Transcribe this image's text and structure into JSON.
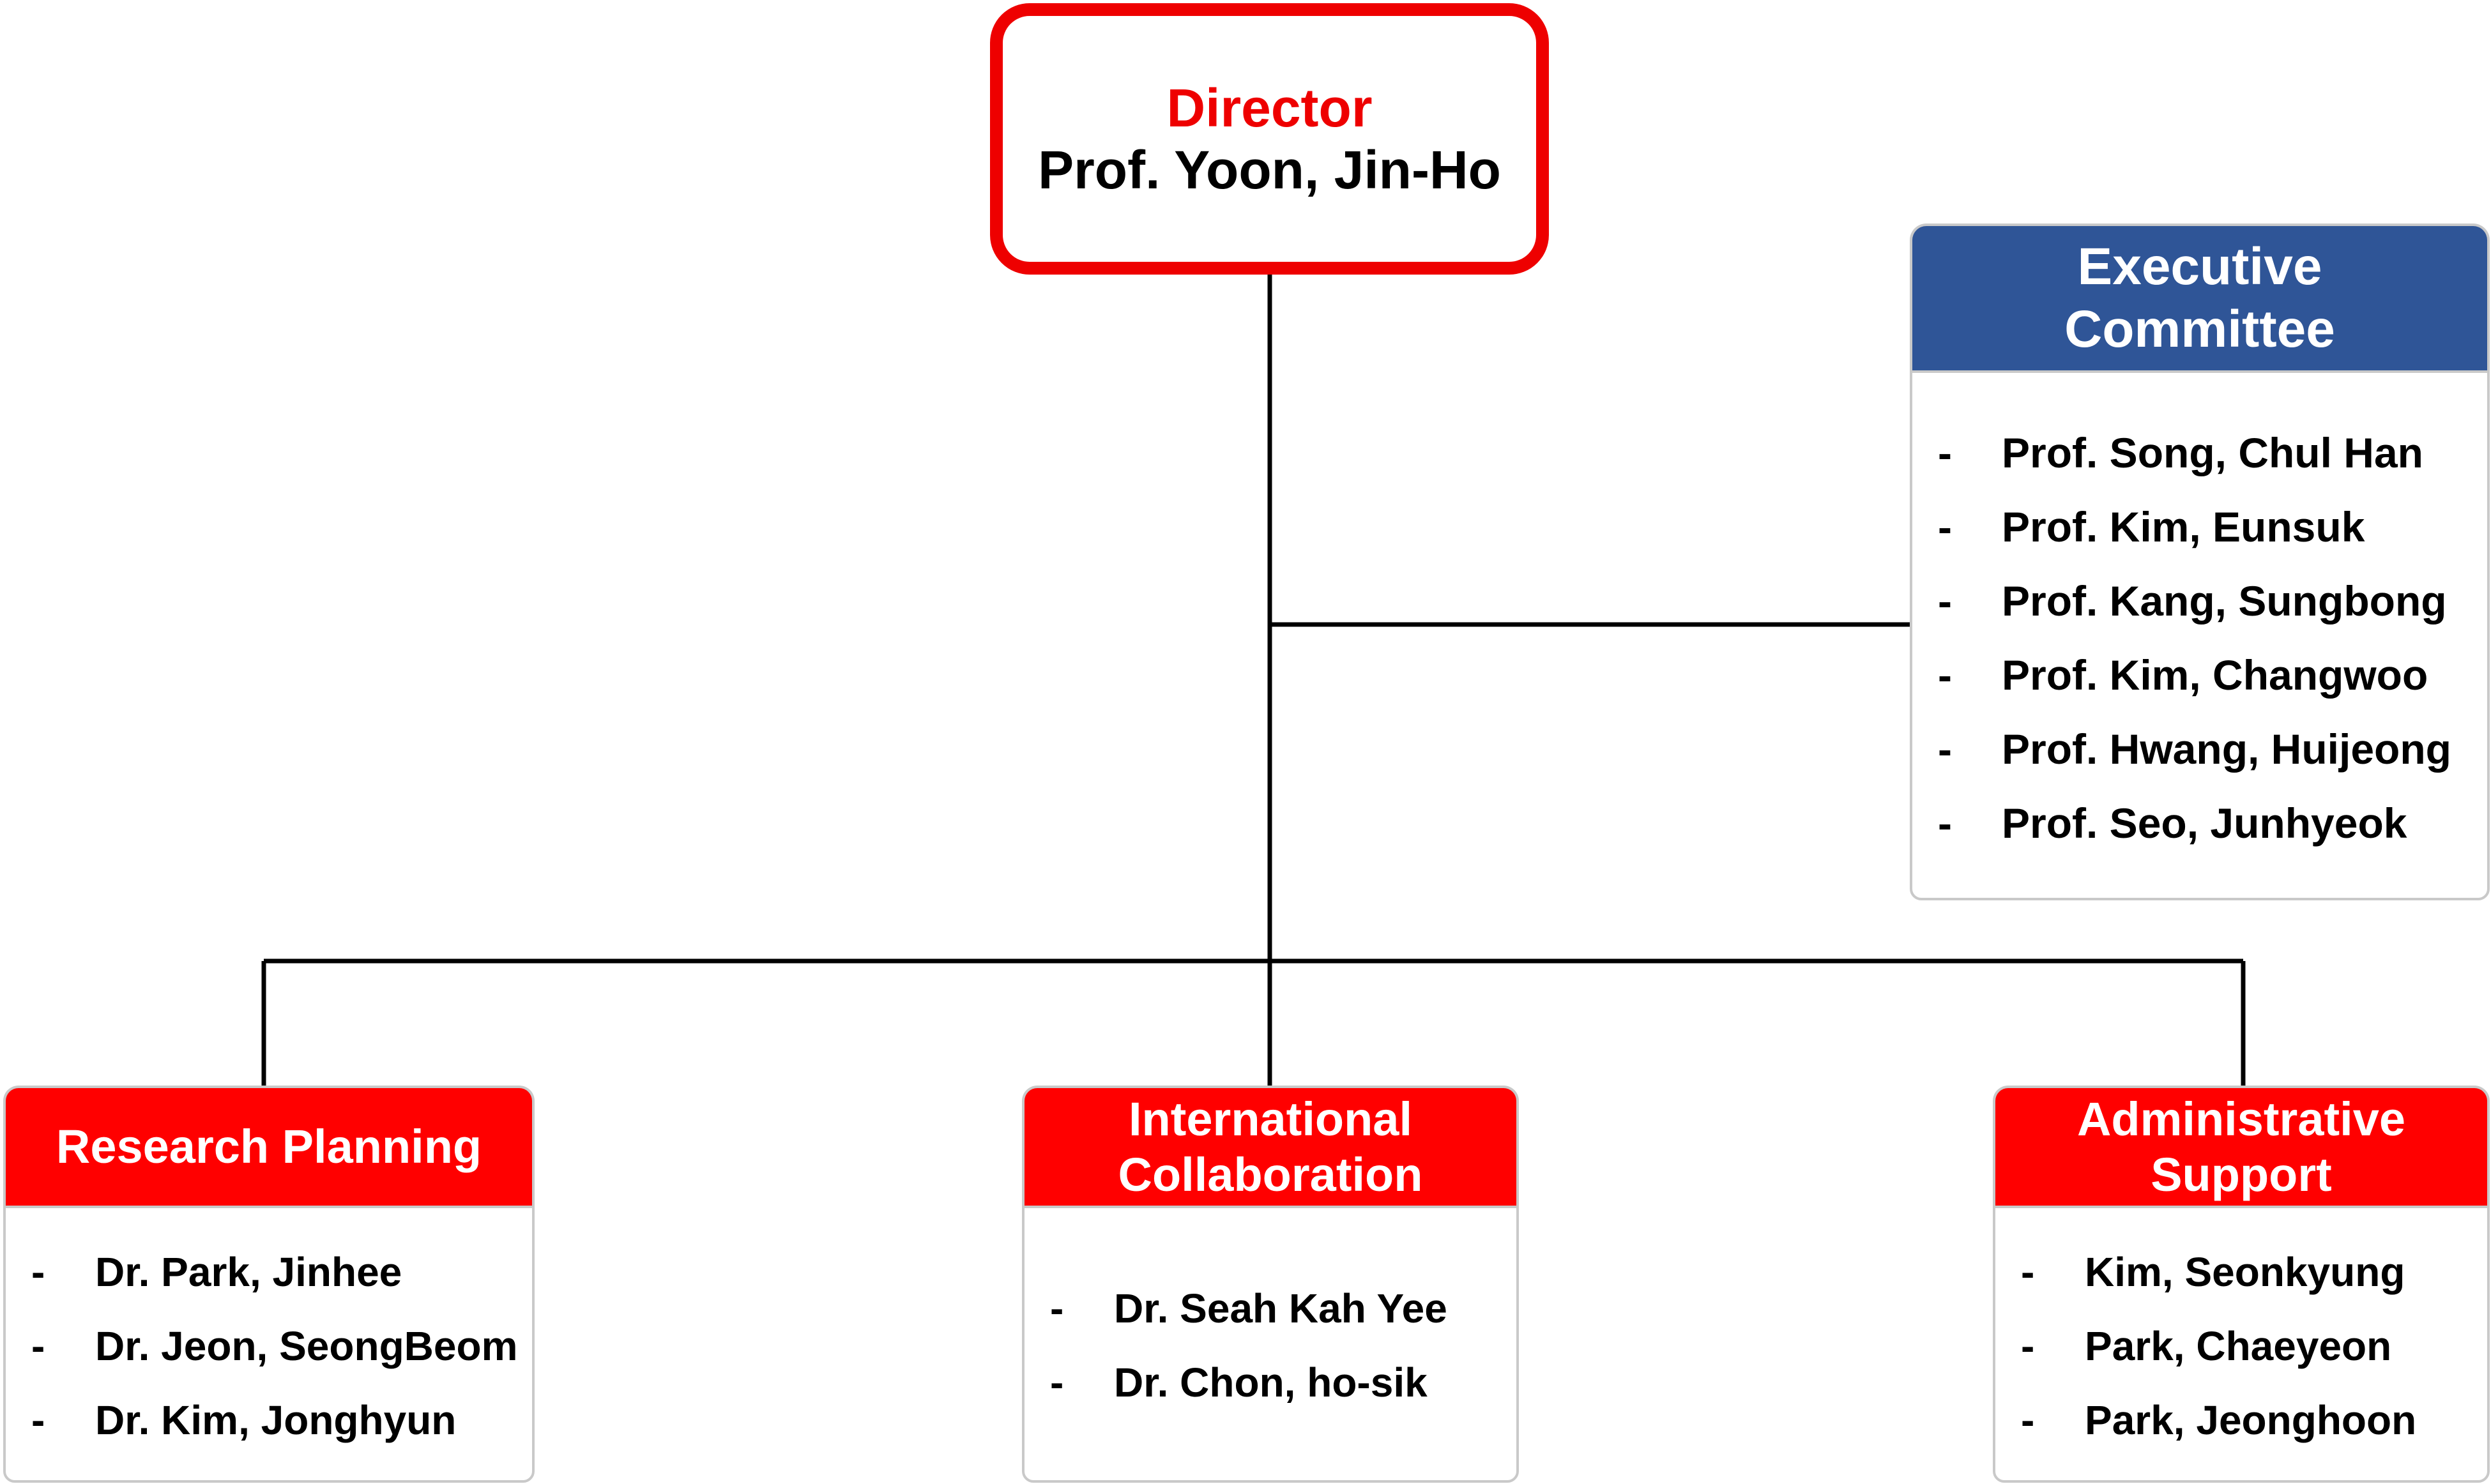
{
  "director": {
    "title": "Director",
    "name": "Prof. Yoon, Jin-Ho"
  },
  "executive_committee": {
    "title_line1": "Executive",
    "title_line2": "Committee",
    "members": [
      "Prof. Song, Chul Han",
      "Prof. Kim, Eunsuk",
      "Prof. Kang, Sungbong",
      "Prof. Kim, Changwoo",
      "Prof. Hwang, Huijeong",
      "Prof. Seo, Junhyeok"
    ]
  },
  "research_planning": {
    "title": "Research Planning",
    "members": [
      "Dr. Park, Jinhee",
      "Dr. Jeon, SeongBeom",
      "Dr. Kim, Jonghyun"
    ]
  },
  "international_collaboration": {
    "title_line1": "International",
    "title_line2": "Collaboration",
    "members": [
      "Dr. Seah Kah Yee",
      "Dr. Chon, ho-sik"
    ]
  },
  "administrative_support": {
    "title_line1": "Administrative",
    "title_line2": "Support",
    "members": [
      "Kim, Seonkyung",
      "Park, Chaeyeon",
      "Park, Jeonghoon"
    ]
  },
  "bullet": "-",
  "colors": {
    "director_border": "#ee0000",
    "unit_header": "#ff0000",
    "executive_header": "#2f5597",
    "box_border": "#c9c9c9",
    "connector": "#000000"
  }
}
